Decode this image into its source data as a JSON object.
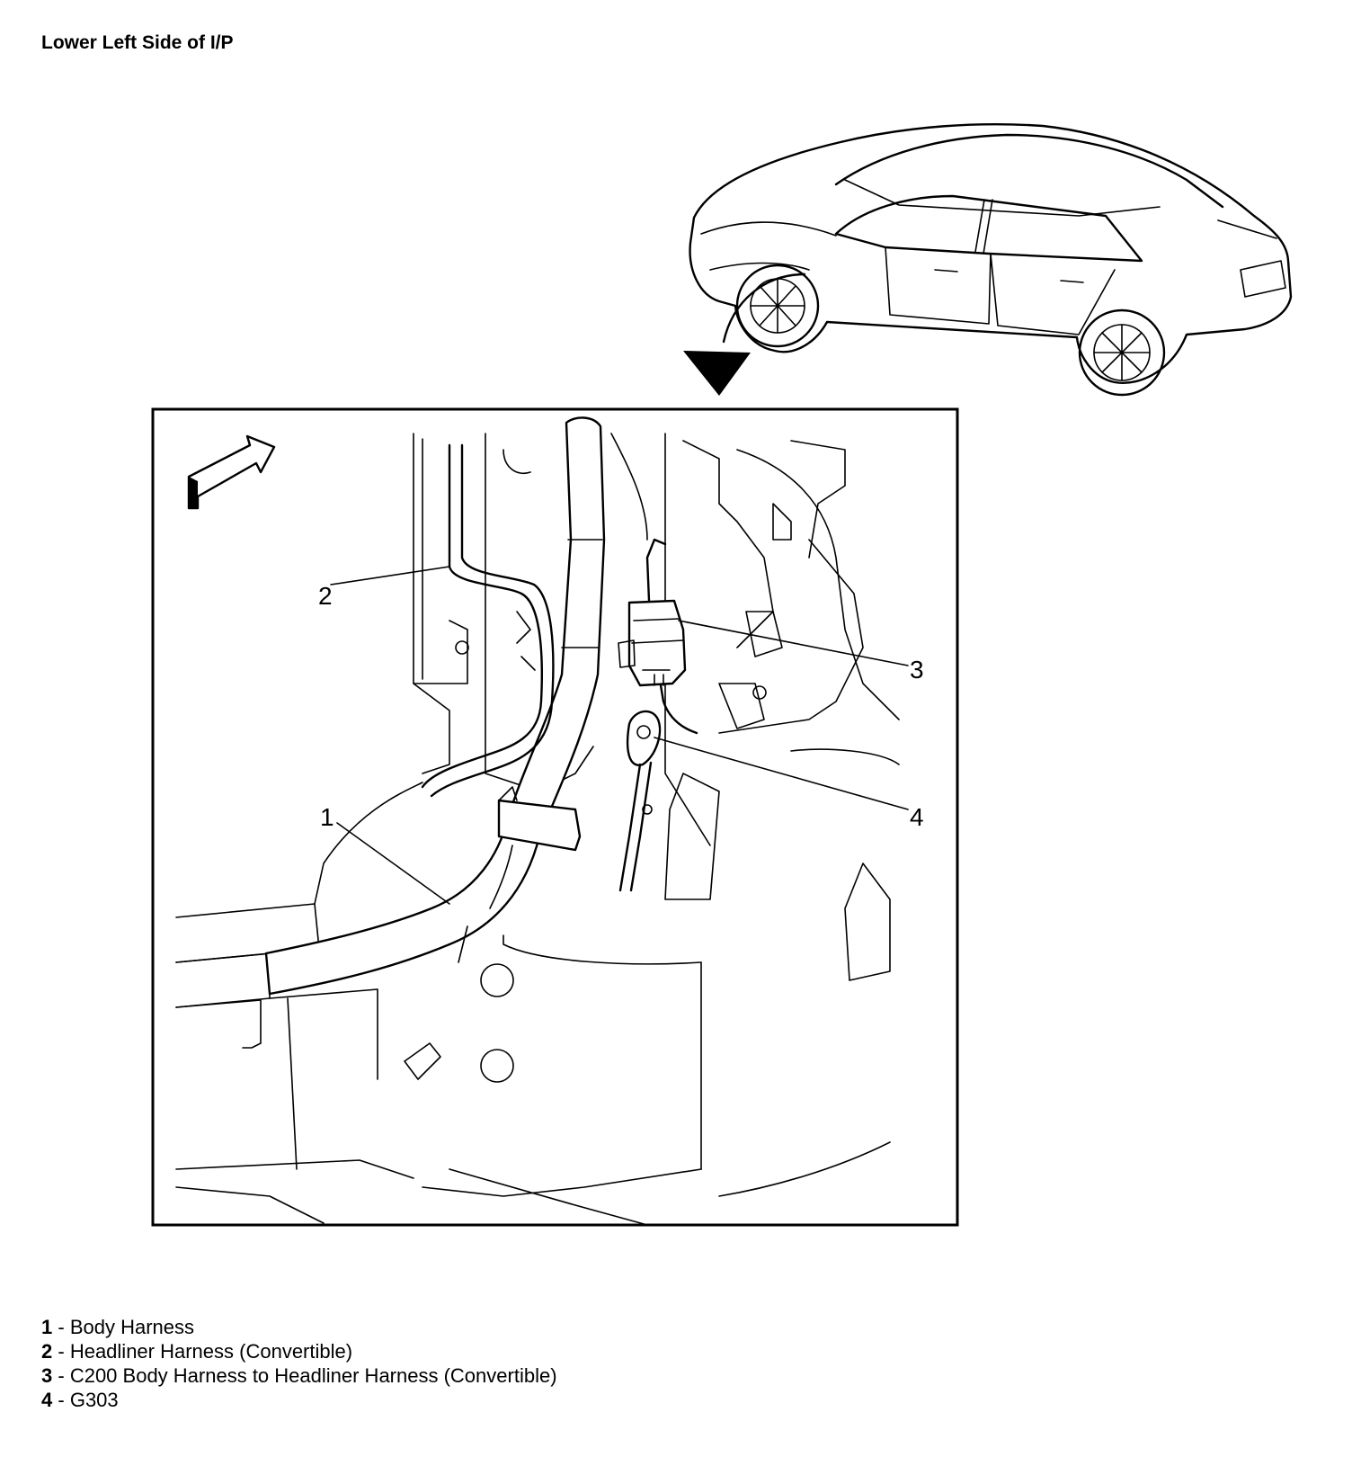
{
  "title": "Lower Left Side of I/P",
  "callouts": [
    {
      "number": "1",
      "text": "Body Harness"
    },
    {
      "number": "2",
      "text": "Headliner Harness (Convertible)"
    },
    {
      "number": "3",
      "text": "C200 Body Harness to Headliner Harness (Convertible)"
    },
    {
      "number": "4",
      "text": "G303"
    }
  ],
  "legend_separator": "-"
}
